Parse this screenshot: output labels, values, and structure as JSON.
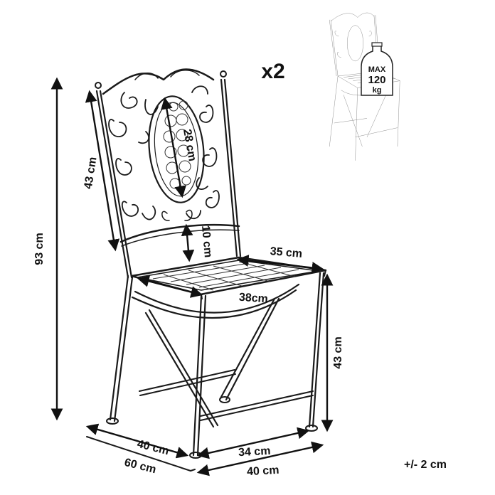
{
  "quantity_label": "x2",
  "max_load": {
    "line1": "MAX",
    "line2": "120",
    "line3": "kg"
  },
  "dimensions": {
    "total_height": "93 cm",
    "backrest_height": "43 cm",
    "medallion_height": "28 cm",
    "backrest_gap": "10 cm",
    "seat_back_width": "35 cm",
    "seat_front_width": "38cm",
    "seat_height": "43 cm",
    "seat_depth": "40 cm",
    "total_depth": "60  cm",
    "leg_inner_width": "34 cm",
    "total_width": "40 cm"
  },
  "tolerance": "+/- 2 cm"
}
